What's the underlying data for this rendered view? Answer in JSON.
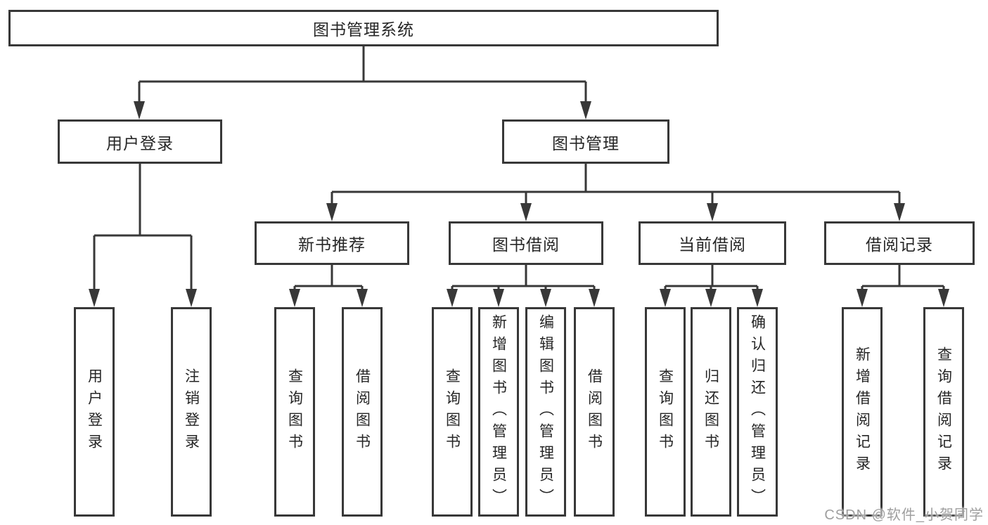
{
  "tree": {
    "label": "图书管理系统",
    "children": [
      {
        "label": "用户登录",
        "children": [
          {
            "label": "用户登录"
          },
          {
            "label": "注销登录"
          }
        ]
      },
      {
        "label": "图书管理",
        "children": [
          {
            "label": "新书推荐",
            "children": [
              {
                "label": "查询图书"
              },
              {
                "label": "借阅图书"
              }
            ]
          },
          {
            "label": "图书借阅",
            "children": [
              {
                "label": "查询图书"
              },
              {
                "label": "新增图书（管理员）"
              },
              {
                "label": "编辑图书（管理员）"
              },
              {
                "label": "借阅图书"
              }
            ]
          },
          {
            "label": "当前借阅",
            "children": [
              {
                "label": "查询图书"
              },
              {
                "label": "归还图书"
              },
              {
                "label": "确认归还（管理员）"
              }
            ]
          },
          {
            "label": "借阅记录",
            "children": [
              {
                "label": "新增借阅记录"
              },
              {
                "label": "查询借阅记录"
              }
            ]
          }
        ]
      }
    ]
  },
  "watermark": {
    "text": "CSDN @软件_小贺同学"
  },
  "colors": {
    "line": "#383838",
    "text": "#262626",
    "watermark": "#9f9f9f",
    "background": "#ffffff"
  }
}
